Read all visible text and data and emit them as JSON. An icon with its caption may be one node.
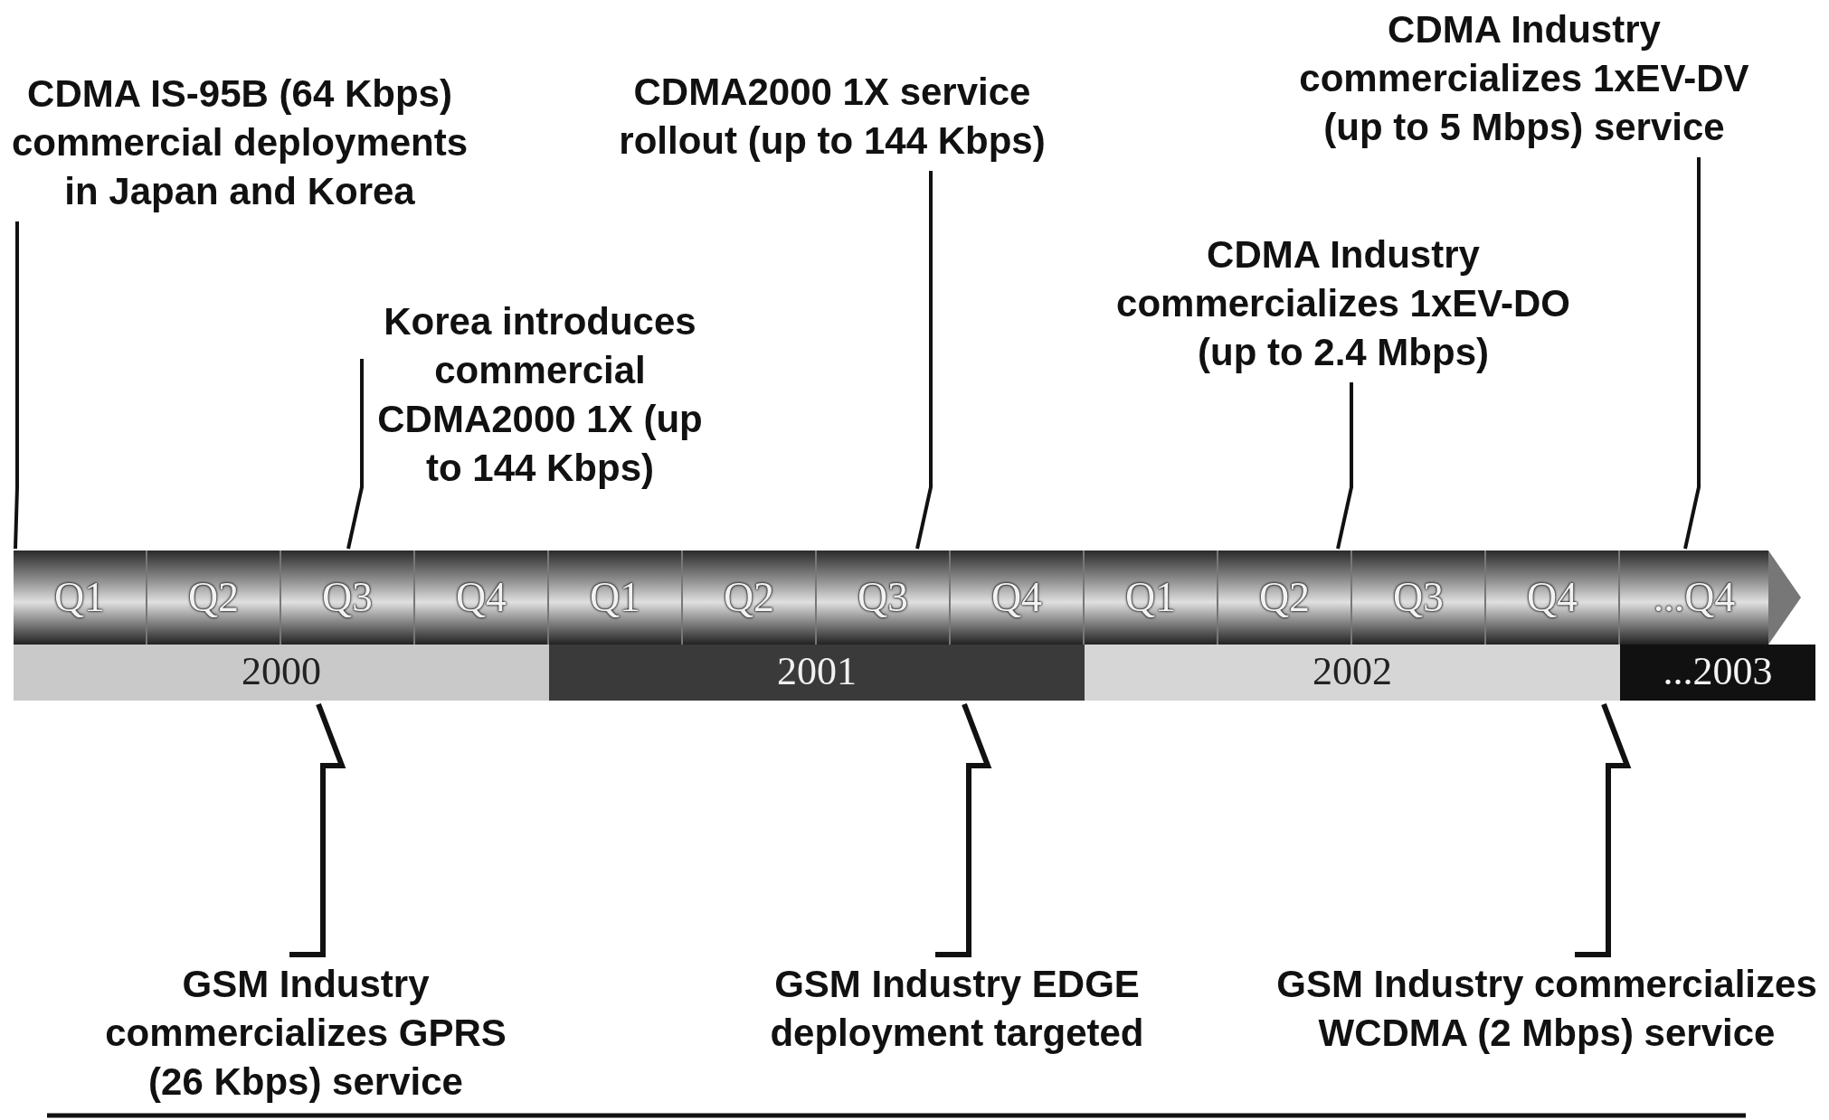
{
  "diagram": {
    "nodes": [
      {
        "text": [
          "CDMA IS-95B (64 Kbps) commercial deployments in Japan and Korea"
        ]
      },
      {
        "text": [
          "Korea introduces commercial CDMA2000 1X (up to 144 Kbps)"
        ]
      },
      {
        "text": [
          "CDMA2000 1X service rollout (up to 144 Kbps)"
        ]
      },
      {
        "text": [
          "CDMA Industry commercializes 1xEV-DO (up to 2.4 Mbps)"
        ]
      },
      {
        "text": [
          "CDMA Industry commercializes 1xEV-DV (up to 5 Mbps) service"
        ]
      },
      {
        "text": [],
        "shape": "arrow"
      },
      {
        "text": [
          "Q1"
        ],
        "in": 5
      },
      {
        "text": [
          "Q2"
        ],
        "in": 5
      },
      {
        "text": [
          "Q3"
        ],
        "in": 5
      },
      {
        "text": [
          "Q4"
        ],
        "in": 5
      },
      {
        "text": [
          "Q1"
        ],
        "in": 5
      },
      {
        "text": [
          "Q2"
        ],
        "in": 5
      },
      {
        "text": [
          "Q3"
        ],
        "in": 5
      },
      {
        "text": [
          "Q4"
        ],
        "in": 5
      },
      {
        "text": [
          "Q1"
        ],
        "in": 5
      },
      {
        "text": [
          "Q2"
        ],
        "in": 5
      },
      {
        "text": [
          "Q3"
        ],
        "in": 5
      },
      {
        "text": [
          "Q4"
        ],
        "in": 5
      },
      {
        "text": [
          "...Q4"
        ],
        "in": 5
      },
      {
        "text": [
          "2000"
        ]
      },
      {
        "text": [
          "2001"
        ]
      },
      {
        "text": [
          "2002"
        ]
      },
      {
        "text": [
          "...2003"
        ]
      },
      {
        "text": [
          "GSM Industry commercializes GPRS (26 Kbps) service"
        ]
      },
      {
        "text": [
          "GSM Industry EDGE deployment targeted"
        ]
      },
      {
        "text": [
          "GSM Industry commercializes WCDMA (2 Mbps) service"
        ]
      }
    ],
    "edges": [
      {
        "from": 0,
        "to": 6,
        "arrow": "none"
      },
      {
        "from": 1,
        "to": 8,
        "arrow": "none"
      },
      {
        "from": 2,
        "to": 12,
        "arrow": "none"
      },
      {
        "from": 3,
        "to": 15,
        "arrow": "none"
      },
      {
        "from": 4,
        "to": 18,
        "arrow": "none"
      },
      {
        "from": 23,
        "to": 19,
        "arrow": "none"
      },
      {
        "from": 24,
        "to": 20,
        "arrow": "none"
      },
      {
        "from": 25,
        "to": 21,
        "arrow": "none"
      }
    ]
  }
}
